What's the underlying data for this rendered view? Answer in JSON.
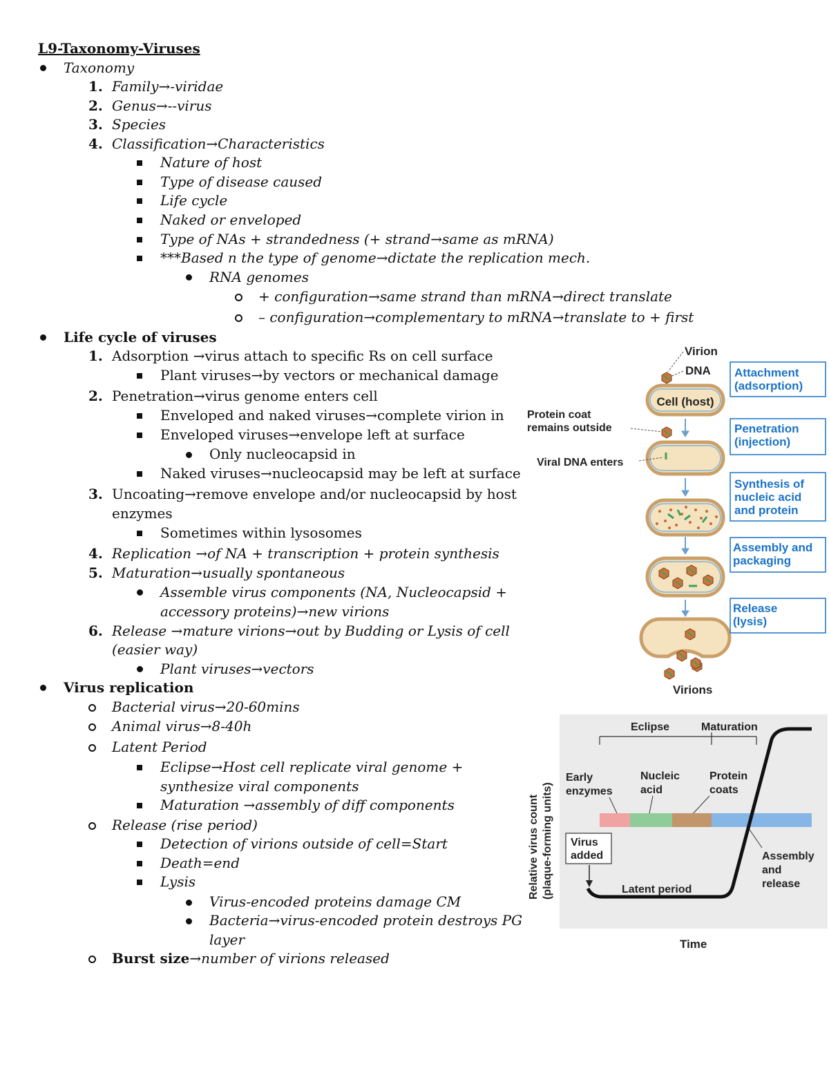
{
  "title": "L9-Taxonomy-Viruses",
  "taxonomy": {
    "heading": "Taxonomy",
    "items": [
      {
        "num": "1.",
        "text": "Family→-viridae"
      },
      {
        "num": "2.",
        "text": "Genus→--virus"
      },
      {
        "num": "3.",
        "text": "Species"
      },
      {
        "num": "4.",
        "text": "Classification→Characteristics"
      }
    ],
    "characteristics": [
      "Nature of host",
      "Type of disease caused",
      "Life cycle",
      "Naked or enveloped",
      "Type of NAs + strandedness (+ strand→same as mRNA)",
      "***Based n the type of genome→dictate the replication mech."
    ],
    "rna_genomes": "RNA genomes",
    "rna_configs": [
      "+ configuration→same strand than mRNA→direct translate",
      "– configuration→complementary to mRNA→translate to + first"
    ]
  },
  "life_cycle": {
    "heading": "Life cycle of viruses",
    "adsorption": {
      "num": "1.",
      "text": " Adsorption →virus attach to specific Rs on cell surface",
      "sub": [
        "Plant viruses→by vectors or mechanical damage"
      ]
    },
    "penetration": {
      "num": "2.",
      "text": "Penetration→virus genome enters cell",
      "sub": [
        "Enveloped and naked viruses→complete virion in",
        "Enveloped viruses→envelope left at surface"
      ],
      "subsub": "Only nucleocapsid in",
      "sub2": "Naked viruses→nucleocapsid may be left at surface"
    },
    "uncoating": {
      "num": "3.",
      "line1": "Uncoating→remove envelope and/or nucleocapsid by host",
      "line2": "enzymes",
      "sub": "Sometimes within lysosomes"
    },
    "replication": {
      "num": "4.",
      "text": "Replication →of NA + transcription + protein synthesis"
    },
    "maturation": {
      "num": "5.",
      "text": "Maturation→usually spontaneous",
      "sub1": "Assemble virus components (NA, Nucleocapsid +",
      "sub2": "accessory proteins)→new virions"
    },
    "release": {
      "num": "6.",
      "line1": "Release →mature virions→out by Budding or Lysis of cell",
      "line2": "(easier way)",
      "sub": "Plant viruses→vectors"
    }
  },
  "virus_replication": {
    "heading": "Virus replication",
    "bacterial": "Bacterial virus→20-60mins",
    "animal": "Animal virus→8-40h",
    "latent": "Latent Period",
    "eclipse1": "Eclipse→Host cell replicate viral genome +",
    "eclipse2": "synthesize viral components",
    "maturation": "Maturation →assembly of diff components",
    "release": "Release (rise period)",
    "detection": "Detection of virions outside of cell=Start",
    "death": "Death=end",
    "lysis": "Lysis",
    "lysis1": "Virus-encoded proteins damage CM",
    "lysis2a": "Bacteria→virus-encoded protein destroys PG",
    "lysis2b": "layer",
    "burst_bold": "Burst size",
    "burst_rest": "→number of virions released"
  },
  "figure_cycle": {
    "virion": "Virion",
    "dna": "DNA",
    "cell": "Cell (host)",
    "coat1": "Protein coat",
    "coat2": "remains outside",
    "viral_dna": "Viral DNA enters",
    "virions": "Virions",
    "steps": [
      {
        "l1": "Attachment",
        "l2": "(adsorption)",
        "l3": ""
      },
      {
        "l1": "Penetration",
        "l2": "(injection)",
        "l3": ""
      },
      {
        "l1": "Synthesis of",
        "l2": "nucleic acid",
        "l3": "and protein"
      },
      {
        "l1": "Assembly and",
        "l2": "packaging",
        "l3": ""
      },
      {
        "l1": "Release",
        "l2": "(lysis)",
        "l3": ""
      }
    ],
    "accent": "#1a73c8",
    "cell_fill": "#f5e3bf",
    "cell_edge": "#caa06a"
  },
  "figure_curve": {
    "eclipse": "Eclipse",
    "maturation": "Maturation",
    "early1": "Early",
    "early2": "enzymes",
    "nucleic1": "Nucleic",
    "nucleic2": "acid",
    "protein1": "Protein",
    "protein2": "coats",
    "virus1": "Virus",
    "virus2": "added",
    "latent": "Latent period",
    "assembly1": "Assembly",
    "assembly2": "and",
    "assembly3": "release",
    "ylabel1": "Relative virus count",
    "ylabel2": "(plaque-forming units)",
    "xlabel": "Time",
    "bar_colors": [
      "#f0a3a3",
      "#8fcc9a",
      "#c3956b",
      "#86b6e6"
    ]
  }
}
